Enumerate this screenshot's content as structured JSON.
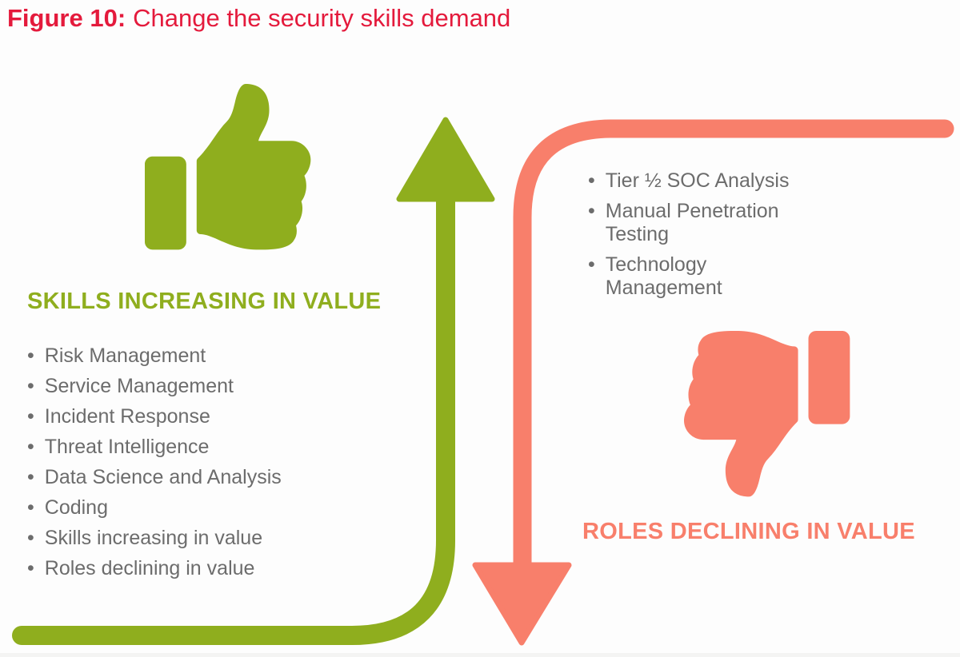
{
  "title": {
    "label": "Figure 10:",
    "text": "Change the security skills demand"
  },
  "bullet": "•",
  "skills": {
    "heading": "SKILLS INCREASING IN VALUE",
    "items": [
      "Risk Management",
      "Service Management",
      "Incident Response",
      "Threat Intelligence",
      "Data Science and Analysis",
      "Coding",
      "Skills increasing in value",
      "Roles declining in value"
    ]
  },
  "roles": {
    "heading": "ROLES DECLINING IN VALUE",
    "items": [
      "Tier ½ SOC Analysis",
      "Manual Penetration Testing",
      "Technology Management"
    ]
  },
  "icons": {
    "up": "thumbs-up",
    "down": "thumbs-down"
  },
  "colors": {
    "green": "#8fae1e",
    "coral": "#f87f6b",
    "red": "#e41a3c",
    "gray": "#6c6c6c"
  }
}
